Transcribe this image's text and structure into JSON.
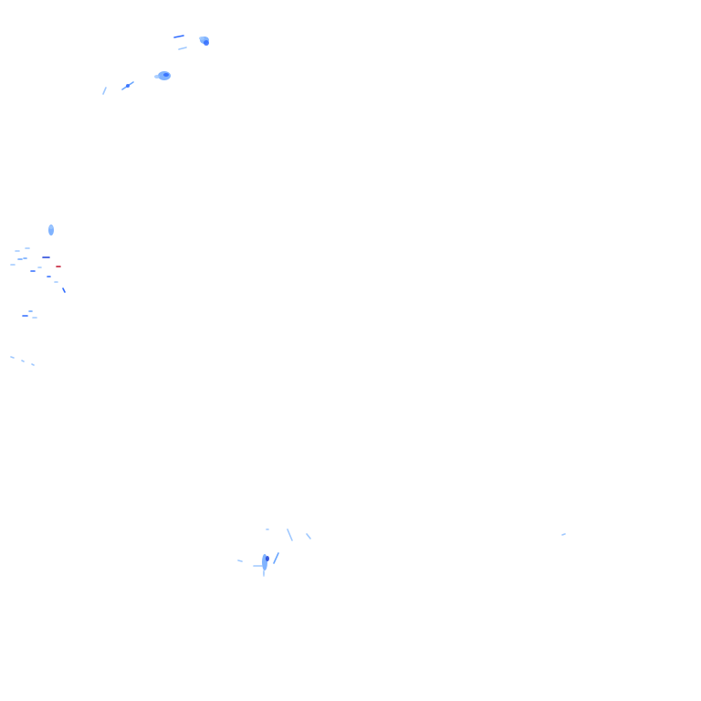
{
  "layer": {
    "background": "#ffffff",
    "palette": {
      "light": "#9fc8ff",
      "medium": "#6aa6ff",
      "strong": "#2f6bff",
      "heavy": "#1b3fd8",
      "extreme": "#c0102a"
    }
  },
  "echo_clusters": [
    {
      "name": "echo-cluster-north",
      "intensity": "medium"
    },
    {
      "name": "echo-cluster-northwest",
      "intensity": "medium"
    },
    {
      "name": "echo-cluster-west",
      "intensity": "strong"
    },
    {
      "name": "echo-cluster-west-lower",
      "intensity": "light"
    },
    {
      "name": "echo-cluster-south",
      "intensity": "medium"
    },
    {
      "name": "echo-cluster-east",
      "intensity": "light"
    }
  ]
}
